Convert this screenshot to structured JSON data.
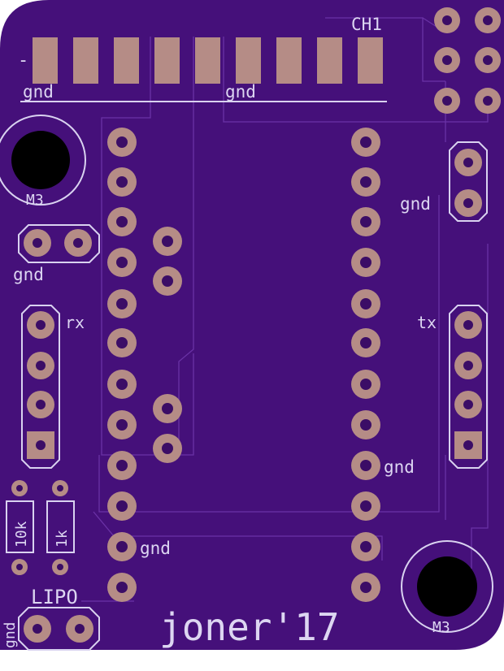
{
  "board": {
    "signature": "joner'17",
    "colors": {
      "substrate": "#45107a",
      "silkscreen": "#d9d2f0",
      "copper_pad": "#b58c86",
      "mount_hole": "#000000",
      "trace": "#6a32a6"
    }
  },
  "labels": {
    "header_channel": "CH1",
    "header_minus": "-",
    "header_gnd_left": "gnd",
    "header_gnd_mid": "gnd",
    "mount_top_left": "M3",
    "mount_bottom_right": "M3",
    "gnd_left_pair": "gnd",
    "rx": "rx",
    "tx": "tx",
    "gnd_right_pair": "gnd",
    "gnd_right_column": "gnd",
    "gnd_left_column": "gnd",
    "resistor_1": "10k",
    "resistor_2": "1k",
    "lipo": "LIPO",
    "gnd_vertical": "gnd"
  }
}
